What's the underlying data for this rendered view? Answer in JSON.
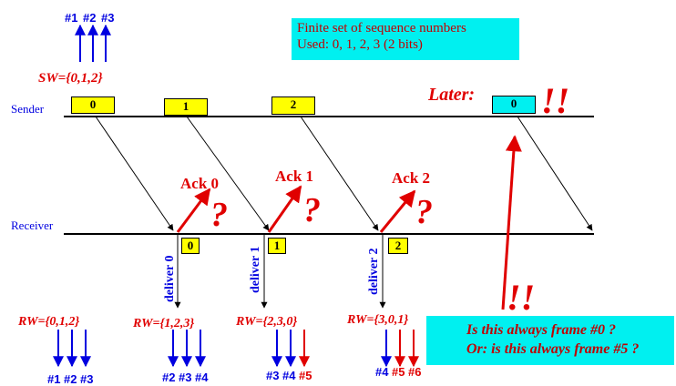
{
  "title_box": {
    "line1": "Finite set of sequence numbers",
    "line2": "Used: 0, 1, 2, 3 (2 bits)"
  },
  "sender": {
    "label": "Sender",
    "window_label": "SW={0,1,2}",
    "window_numbers": [
      "#1",
      "#2",
      "#3"
    ],
    "frames": [
      "0",
      "1",
      "2"
    ],
    "later_label": "Later:",
    "later_frame": "0",
    "exclaim": "!!"
  },
  "receiver": {
    "label": "Receiver",
    "delivered_frames": [
      "0",
      "1",
      "2"
    ],
    "deliver_labels": [
      "deliver 0",
      "deliver 1",
      "deliver 2"
    ],
    "acks": [
      "Ack 0",
      "Ack 1",
      "Ack 2"
    ],
    "question": "?",
    "windows": [
      {
        "label": "RW={0,1,2}",
        "nums": [
          "#1",
          "#2",
          "#3"
        ]
      },
      {
        "label": "RW={1,2,3}",
        "nums": [
          "#2",
          "#3",
          "#4"
        ]
      },
      {
        "label": "RW={2,3,0}",
        "nums": [
          "#3",
          "#4",
          "#5"
        ]
      },
      {
        "label": "RW={3,0,1}",
        "nums": [
          "#4",
          "#5",
          "#6"
        ]
      }
    ],
    "exclaim": "!!"
  },
  "question_box": {
    "line1": "Is this always frame #0 ?",
    "line2": "Or: is this always frame #5 ?"
  },
  "colors": {
    "red": "#e00000",
    "blue": "#0000e0",
    "yellow": "#ffff00",
    "cyan": "#00f0f0"
  }
}
